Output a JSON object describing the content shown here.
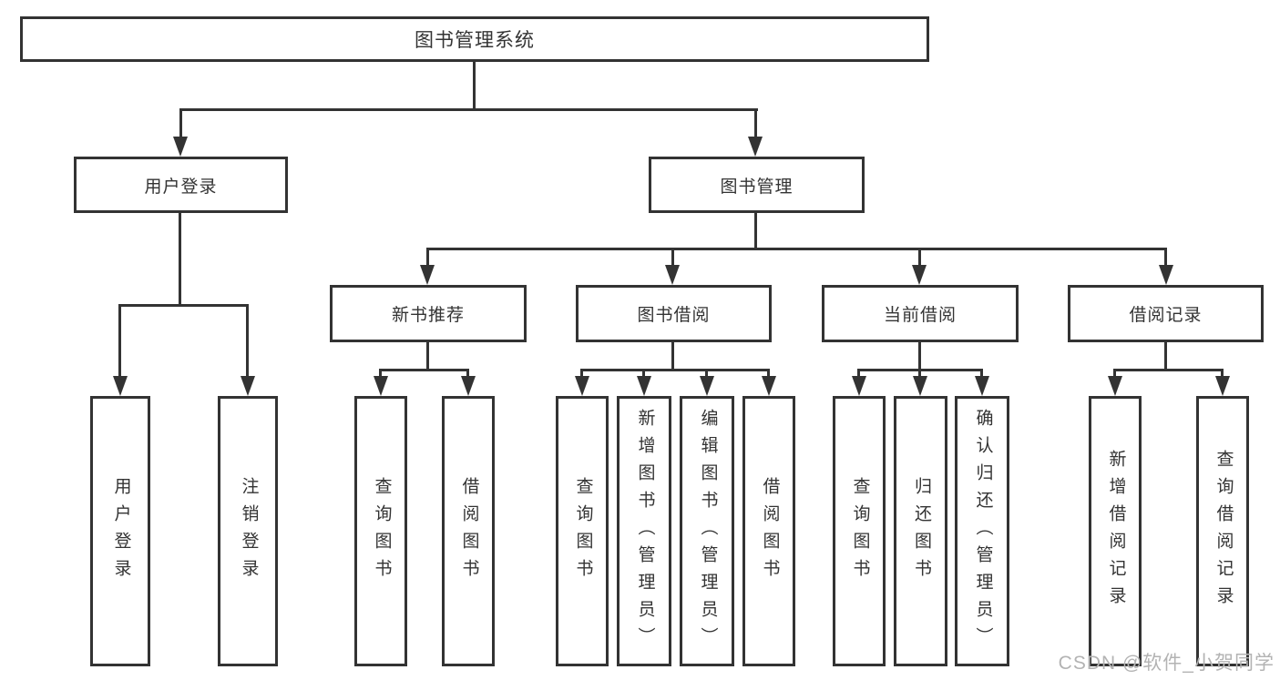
{
  "diagram": {
    "type": "hierarchy-tree",
    "root": {
      "label": "图书管理系统"
    },
    "level2": [
      {
        "label": "用户登录"
      },
      {
        "label": "图书管理"
      }
    ],
    "level3": [
      {
        "label": "新书推荐"
      },
      {
        "label": "图书借阅"
      },
      {
        "label": "当前借阅"
      },
      {
        "label": "借阅记录"
      }
    ],
    "leaves": {
      "user_login": [
        {
          "label": "用户登录"
        },
        {
          "label": "注销登录"
        }
      ],
      "new_book": [
        {
          "label": "查询图书"
        },
        {
          "label": "借阅图书"
        }
      ],
      "book_borrow": [
        {
          "label": "查询图书"
        },
        {
          "label": "新增图书（管理员）"
        },
        {
          "label": "编辑图书（管理员）"
        },
        {
          "label": "借阅图书"
        }
      ],
      "current_borrow": [
        {
          "label": "查询图书"
        },
        {
          "label": "归还图书"
        },
        {
          "label": "确认归还（管理员）"
        }
      ],
      "borrow_record": [
        {
          "label": "新增借阅记录"
        },
        {
          "label": "查询借阅记录"
        }
      ]
    },
    "watermark": "CSDN @软件_小贺同学",
    "colors": {
      "line": "#333333",
      "box_background": "#ffffff",
      "text": "#333333",
      "watermark": "#b3b3b3"
    }
  }
}
